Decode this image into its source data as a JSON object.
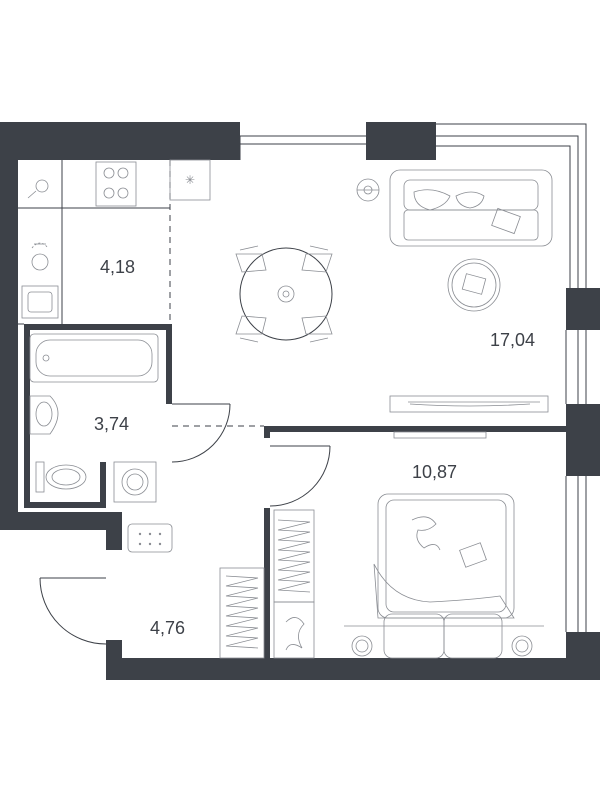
{
  "plan": {
    "colors": {
      "wall": "#3d4148",
      "line": "#3d4148",
      "furniture_line": "#8a8d93",
      "background": "#ffffff"
    },
    "rooms": {
      "kitchen_area": "4,18",
      "living_room_area": "17,04",
      "bathroom_area": "3,74",
      "bedroom_area": "10,87",
      "hallway_area": "4,76"
    }
  }
}
